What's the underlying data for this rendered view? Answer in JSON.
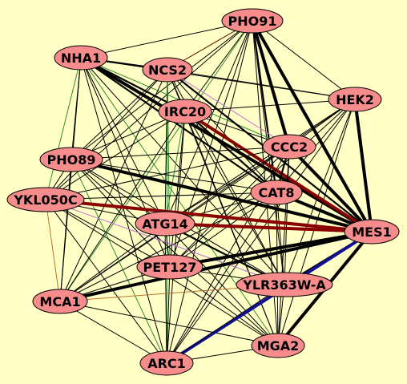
{
  "colors": {
    "background": "#ffffc6",
    "node_fill": "#f78c8c",
    "node_stroke": "#000000",
    "edge_black": "#000000",
    "edge_green": "#2f8f2f",
    "edge_magenta": "#c06fd0",
    "edge_brown": "#7a2a00",
    "edge_orange": "#b8742a",
    "edge_darkred": "#8a0000",
    "edge_blue": "#101090"
  },
  "nodes": [
    {
      "id": "PHO91",
      "label": "PHO91"
    },
    {
      "id": "NHA1",
      "label": "NHA1"
    },
    {
      "id": "NCS2",
      "label": "NCS2"
    },
    {
      "id": "HEK2",
      "label": "HEK2"
    },
    {
      "id": "IRC20",
      "label": "IRC20"
    },
    {
      "id": "CCC2",
      "label": "CCC2"
    },
    {
      "id": "PHO89",
      "label": "PHO89"
    },
    {
      "id": "CAT8",
      "label": "CAT8"
    },
    {
      "id": "YKL050C",
      "label": "YKL050C"
    },
    {
      "id": "ATG14",
      "label": "ATG14"
    },
    {
      "id": "MES1",
      "label": "MES1"
    },
    {
      "id": "PET127",
      "label": "PET127"
    },
    {
      "id": "YLR363W-A",
      "label": "YLR363W-A"
    },
    {
      "id": "MCA1",
      "label": "MCA1"
    },
    {
      "id": "MGA2",
      "label": "MGA2"
    },
    {
      "id": "ARC1",
      "label": "ARC1"
    }
  ],
  "edges": [
    {
      "a": "PHO91",
      "b": "MES1",
      "color": "edge_black",
      "weight": "heavy"
    },
    {
      "a": "PHO91",
      "b": "CCC2",
      "color": "edge_black",
      "weight": "heavy"
    },
    {
      "a": "PHO91",
      "b": "NCS2",
      "color": "edge_black",
      "weight": "thin"
    },
    {
      "a": "PHO91",
      "b": "NHA1",
      "color": "edge_black",
      "weight": "thin"
    },
    {
      "a": "PHO91",
      "b": "HEK2",
      "color": "edge_black",
      "weight": "thin"
    },
    {
      "a": "PHO91",
      "b": "IRC20",
      "color": "edge_black",
      "weight": "thin"
    },
    {
      "a": "PHO91",
      "b": "CAT8",
      "color": "edge_black",
      "weight": "medium"
    },
    {
      "a": "PHO91",
      "b": "ATG14",
      "color": "edge_black",
      "weight": "thin"
    },
    {
      "a": "PHO91",
      "b": "PET127",
      "color": "edge_black",
      "weight": "thin"
    },
    {
      "a": "PHO91",
      "b": "PHO89",
      "color": "edge_black",
      "weight": "thin"
    },
    {
      "a": "PHO91",
      "b": "YLR363W-A",
      "color": "edge_black",
      "weight": "thin"
    },
    {
      "a": "PHO91",
      "b": "MGA2",
      "color": "edge_black",
      "weight": "thin"
    },
    {
      "a": "PHO91",
      "b": "MCA1",
      "color": "edge_green",
      "weight": "thin"
    },
    {
      "a": "PHO91",
      "b": "ARC1",
      "color": "edge_black",
      "weight": "thin"
    },
    {
      "a": "PHO91",
      "b": "YKL050C",
      "color": "edge_black",
      "weight": "thin"
    },
    {
      "a": "PHO91",
      "b": "NCS2",
      "color": "edge_brown",
      "weight": "thin"
    },
    {
      "a": "NHA1",
      "b": "NCS2",
      "color": "edge_black",
      "weight": "medium"
    },
    {
      "a": "NHA1",
      "b": "IRC20",
      "color": "edge_black",
      "weight": "medium"
    },
    {
      "a": "NHA1",
      "b": "MES1",
      "color": "edge_black",
      "weight": "heavy"
    },
    {
      "a": "NHA1",
      "b": "CAT8",
      "color": "edge_black",
      "weight": "medium"
    },
    {
      "a": "NHA1",
      "b": "CCC2",
      "color": "edge_green",
      "weight": "thin"
    },
    {
      "a": "NHA1",
      "b": "HEK2",
      "color": "edge_black",
      "weight": "thin"
    },
    {
      "a": "NHA1",
      "b": "PHO89",
      "color": "edge_black",
      "weight": "thin"
    },
    {
      "a": "NHA1",
      "b": "YKL050C",
      "color": "edge_green",
      "weight": "thin"
    },
    {
      "a": "NHA1",
      "b": "ATG14",
      "color": "edge_black",
      "weight": "thin"
    },
    {
      "a": "NHA1",
      "b": "PET127",
      "color": "edge_black",
      "weight": "thin"
    },
    {
      "a": "NHA1",
      "b": "MCA1",
      "color": "edge_black",
      "weight": "thin"
    },
    {
      "a": "NHA1",
      "b": "YLR363W-A",
      "color": "edge_black",
      "weight": "thin"
    },
    {
      "a": "NHA1",
      "b": "MGA2",
      "color": "edge_green",
      "weight": "thin"
    },
    {
      "a": "NHA1",
      "b": "ARC1",
      "color": "edge_black",
      "weight": "thin"
    },
    {
      "a": "NCS2",
      "b": "HEK2",
      "color": "edge_black",
      "weight": "thin"
    },
    {
      "a": "NCS2",
      "b": "IRC20",
      "color": "edge_black",
      "weight": "thin"
    },
    {
      "a": "NCS2",
      "b": "MES1",
      "color": "edge_black",
      "weight": "medium"
    },
    {
      "a": "NCS2",
      "b": "CCC2",
      "color": "edge_magenta",
      "weight": "thin"
    },
    {
      "a": "NCS2",
      "b": "CAT8",
      "color": "edge_black",
      "weight": "thin"
    },
    {
      "a": "NCS2",
      "b": "PHO89",
      "color": "edge_black",
      "weight": "thin"
    },
    {
      "a": "NCS2",
      "b": "ATG14",
      "color": "edge_black",
      "weight": "thin"
    },
    {
      "a": "NCS2",
      "b": "PET127",
      "color": "edge_green",
      "weight": "thin"
    },
    {
      "a": "NCS2",
      "b": "YKL050C",
      "color": "edge_black",
      "weight": "thin"
    },
    {
      "a": "NCS2",
      "b": "MGA2",
      "color": "edge_black",
      "weight": "thin"
    },
    {
      "a": "NCS2",
      "b": "ARC1",
      "color": "edge_green",
      "weight": "thin"
    },
    {
      "a": "NCS2",
      "b": "YLR363W-A",
      "color": "edge_black",
      "weight": "thin"
    },
    {
      "a": "NCS2",
      "b": "MCA1",
      "color": "edge_black",
      "weight": "thin"
    },
    {
      "a": "HEK2",
      "b": "MES1",
      "color": "edge_black",
      "weight": "heavy"
    },
    {
      "a": "HEK2",
      "b": "IRC20",
      "color": "edge_black",
      "weight": "thin"
    },
    {
      "a": "HEK2",
      "b": "CCC2",
      "color": "edge_black",
      "weight": "thin"
    },
    {
      "a": "HEK2",
      "b": "CAT8",
      "color": "edge_black",
      "weight": "thin"
    },
    {
      "a": "HEK2",
      "b": "ATG14",
      "color": "edge_black",
      "weight": "thin"
    },
    {
      "a": "HEK2",
      "b": "PET127",
      "color": "edge_black",
      "weight": "thin"
    },
    {
      "a": "HEK2",
      "b": "YLR363W-A",
      "color": "edge_black",
      "weight": "thin"
    },
    {
      "a": "HEK2",
      "b": "MGA2",
      "color": "edge_black",
      "weight": "thin"
    },
    {
      "a": "HEK2",
      "b": "ARC1",
      "color": "edge_black",
      "weight": "thin"
    },
    {
      "a": "HEK2",
      "b": "MCA1",
      "color": "edge_black",
      "weight": "thin"
    },
    {
      "a": "IRC20",
      "b": "MES1",
      "color": "edge_darkred",
      "weight": "heavy"
    },
    {
      "a": "IRC20",
      "b": "CCC2",
      "color": "edge_black",
      "weight": "thin"
    },
    {
      "a": "IRC20",
      "b": "CAT8",
      "color": "edge_black",
      "weight": "medium"
    },
    {
      "a": "IRC20",
      "b": "PHO89",
      "color": "edge_black",
      "weight": "thin"
    },
    {
      "a": "IRC20",
      "b": "YKL050C",
      "color": "edge_black",
      "weight": "thin"
    },
    {
      "a": "IRC20",
      "b": "ATG14",
      "color": "edge_green",
      "weight": "thin"
    },
    {
      "a": "IRC20",
      "b": "PET127",
      "color": "edge_black",
      "weight": "thin"
    },
    {
      "a": "IRC20",
      "b": "YLR363W-A",
      "color": "edge_black",
      "weight": "thin"
    },
    {
      "a": "IRC20",
      "b": "MCA1",
      "color": "edge_black",
      "weight": "thin"
    },
    {
      "a": "IRC20",
      "b": "MGA2",
      "color": "edge_black",
      "weight": "thin"
    },
    {
      "a": "IRC20",
      "b": "ARC1",
      "color": "edge_black",
      "weight": "thin"
    },
    {
      "a": "CCC2",
      "b": "MES1",
      "color": "edge_black",
      "weight": "heavy"
    },
    {
      "a": "CCC2",
      "b": "CAT8",
      "color": "edge_black",
      "weight": "medium"
    },
    {
      "a": "CCC2",
      "b": "ATG14",
      "color": "edge_black",
      "weight": "thin"
    },
    {
      "a": "CCC2",
      "b": "PET127",
      "color": "edge_black",
      "weight": "thin"
    },
    {
      "a": "CCC2",
      "b": "PHO89",
      "color": "edge_black",
      "weight": "thin"
    },
    {
      "a": "CCC2",
      "b": "YKL050C",
      "color": "edge_black",
      "weight": "thin"
    },
    {
      "a": "CCC2",
      "b": "MCA1",
      "color": "edge_black",
      "weight": "thin"
    },
    {
      "a": "CCC2",
      "b": "ARC1",
      "color": "edge_black",
      "weight": "thin"
    },
    {
      "a": "CCC2",
      "b": "MGA2",
      "color": "edge_black",
      "weight": "thin"
    },
    {
      "a": "CCC2",
      "b": "YLR363W-A",
      "color": "edge_black",
      "weight": "thin"
    },
    {
      "a": "PHO89",
      "b": "MES1",
      "color": "edge_black",
      "weight": "heavy"
    },
    {
      "a": "PHO89",
      "b": "CAT8",
      "color": "edge_black",
      "weight": "thin"
    },
    {
      "a": "PHO89",
      "b": "ATG14",
      "color": "edge_black",
      "weight": "thin"
    },
    {
      "a": "PHO89",
      "b": "YKL050C",
      "color": "edge_black",
      "weight": "thin"
    },
    {
      "a": "PHO89",
      "b": "PET127",
      "color": "edge_black",
      "weight": "thin"
    },
    {
      "a": "PHO89",
      "b": "MCA1",
      "color": "edge_black",
      "weight": "thin"
    },
    {
      "a": "PHO89",
      "b": "ARC1",
      "color": "edge_green",
      "weight": "thin"
    },
    {
      "a": "PHO89",
      "b": "MGA2",
      "color": "edge_black",
      "weight": "thin"
    },
    {
      "a": "PHO89",
      "b": "YLR363W-A",
      "color": "edge_black",
      "weight": "thin"
    },
    {
      "a": "CAT8",
      "b": "MES1",
      "color": "edge_black",
      "weight": "heavy"
    },
    {
      "a": "CAT8",
      "b": "ATG14",
      "color": "edge_black",
      "weight": "thin"
    },
    {
      "a": "CAT8",
      "b": "PET127",
      "color": "edge_black",
      "weight": "thin"
    },
    {
      "a": "CAT8",
      "b": "YKL050C",
      "color": "edge_black",
      "weight": "thin"
    },
    {
      "a": "CAT8",
      "b": "MCA1",
      "color": "edge_black",
      "weight": "thin"
    },
    {
      "a": "CAT8",
      "b": "YLR363W-A",
      "color": "edge_black",
      "weight": "thin"
    },
    {
      "a": "CAT8",
      "b": "MGA2",
      "color": "edge_black",
      "weight": "thin"
    },
    {
      "a": "CAT8",
      "b": "ARC1",
      "color": "edge_black",
      "weight": "thin"
    },
    {
      "a": "YKL050C",
      "b": "MES1",
      "color": "edge_darkred",
      "weight": "heavy"
    },
    {
      "a": "YKL050C",
      "b": "ATG14",
      "color": "edge_black",
      "weight": "thin"
    },
    {
      "a": "YKL050C",
      "b": "PET127",
      "color": "edge_black",
      "weight": "thin"
    },
    {
      "a": "YKL050C",
      "b": "MCA1",
      "color": "edge_orange",
      "weight": "thin"
    },
    {
      "a": "YKL050C",
      "b": "ARC1",
      "color": "edge_black",
      "weight": "thin"
    },
    {
      "a": "YKL050C",
      "b": "MGA2",
      "color": "edge_black",
      "weight": "thin"
    },
    {
      "a": "YKL050C",
      "b": "YLR363W-A",
      "color": "edge_magenta",
      "weight": "thin"
    },
    {
      "a": "ATG14",
      "b": "MES1",
      "color": "edge_darkred",
      "weight": "heavy"
    },
    {
      "a": "ATG14",
      "b": "PET127",
      "color": "edge_black",
      "weight": "thin"
    },
    {
      "a": "ATG14",
      "b": "YLR363W-A",
      "color": "edge_black",
      "weight": "medium"
    },
    {
      "a": "ATG14",
      "b": "MCA1",
      "color": "edge_black",
      "weight": "thin"
    },
    {
      "a": "ATG14",
      "b": "MGA2",
      "color": "edge_black",
      "weight": "thin"
    },
    {
      "a": "ATG14",
      "b": "ARC1",
      "color": "edge_black",
      "weight": "thin"
    },
    {
      "a": "PET127",
      "b": "MES1",
      "color": "edge_black",
      "weight": "heavy"
    },
    {
      "a": "PET127",
      "b": "YLR363W-A",
      "color": "edge_black",
      "weight": "thin"
    },
    {
      "a": "PET127",
      "b": "MCA1",
      "color": "edge_black",
      "weight": "thin"
    },
    {
      "a": "PET127",
      "b": "MGA2",
      "color": "edge_black",
      "weight": "thin"
    },
    {
      "a": "PET127",
      "b": "ARC1",
      "color": "edge_black",
      "weight": "thin"
    },
    {
      "a": "MCA1",
      "b": "MES1",
      "color": "edge_black",
      "weight": "heavy"
    },
    {
      "a": "MCA1",
      "b": "YLR363W-A",
      "color": "edge_orange",
      "weight": "thin"
    },
    {
      "a": "MCA1",
      "b": "ARC1",
      "color": "edge_black",
      "weight": "thin"
    },
    {
      "a": "MCA1",
      "b": "MGA2",
      "color": "edge_black",
      "weight": "thin"
    },
    {
      "a": "MES1",
      "b": "YLR363W-A",
      "color": "edge_black",
      "weight": "medium"
    },
    {
      "a": "MES1",
      "b": "MGA2",
      "color": "edge_black",
      "weight": "heavy"
    },
    {
      "a": "MES1",
      "b": "ARC1",
      "color": "edge_blue",
      "weight": "heavy"
    },
    {
      "a": "YLR363W-A",
      "b": "MGA2",
      "color": "edge_black",
      "weight": "thin"
    },
    {
      "a": "YLR363W-A",
      "b": "ARC1",
      "color": "edge_black",
      "weight": "thin"
    },
    {
      "a": "MGA2",
      "b": "ARC1",
      "color": "edge_black",
      "weight": "thin"
    }
  ]
}
